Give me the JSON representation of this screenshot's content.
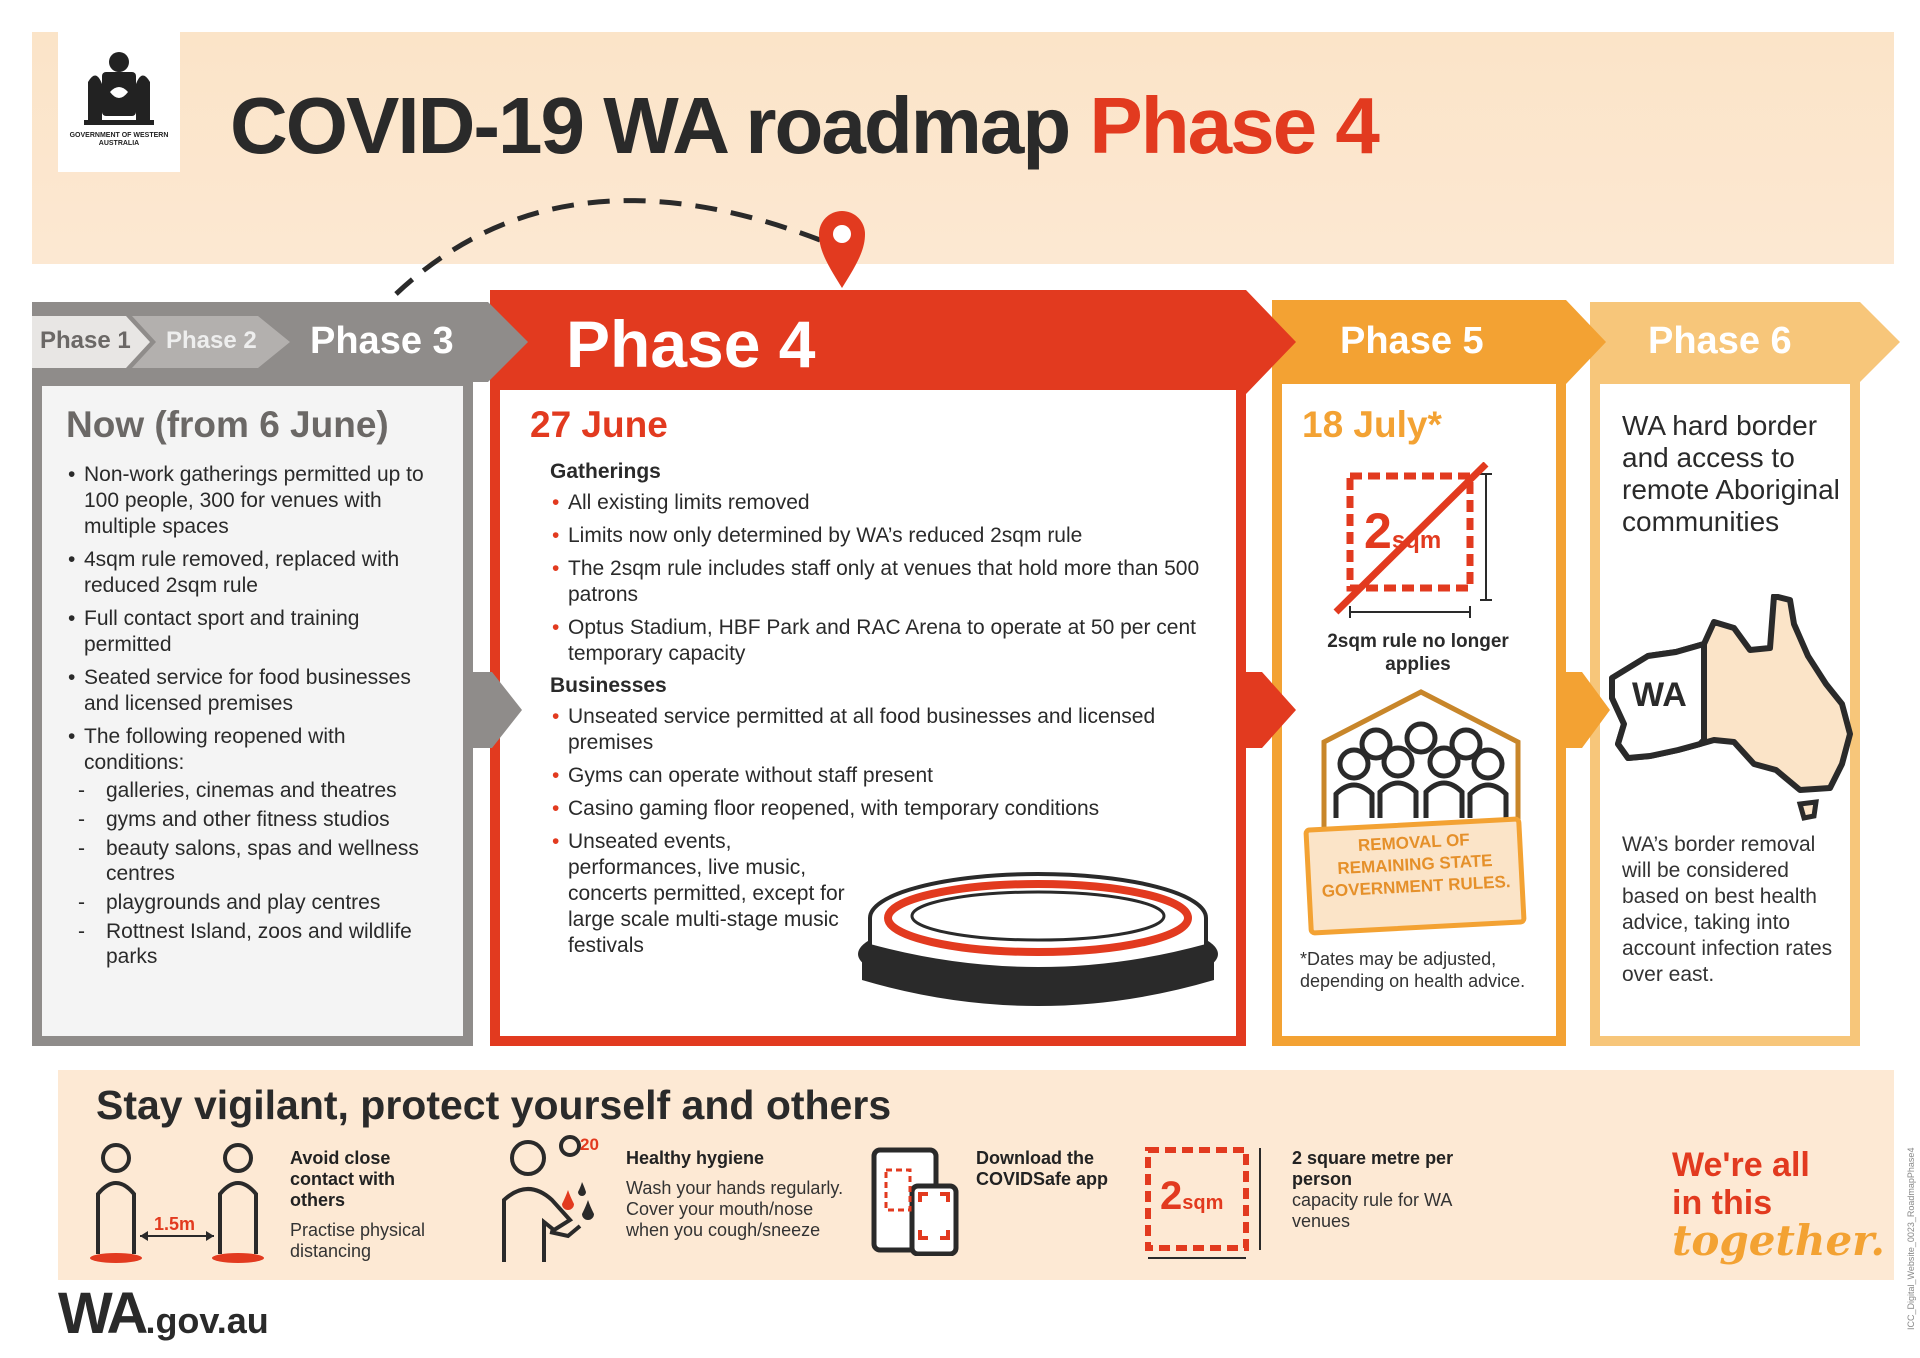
{
  "header": {
    "crest_label": "GOVERNMENT OF WESTERN AUSTRALIA",
    "title_main": "COVID-19 WA roadmap",
    "title_accent": "Phase 4"
  },
  "arrows": {
    "phase1": "Phase 1",
    "phase2": "Phase 2",
    "phase3": "Phase 3",
    "phase4": "Phase 4",
    "phase5": "Phase 5",
    "phase6": "Phase 6"
  },
  "phase3": {
    "heading": "Now (from 6 June)",
    "items": [
      "Non-work gatherings permitted up to 100 people, 300 for venues with multiple spaces",
      "4sqm rule removed, replaced with reduced 2sqm rule",
      "Full contact sport and training permitted",
      "Seated service for food businesses and licensed premises",
      "The following reopened with conditions:"
    ],
    "sub_items": [
      "galleries, cinemas and theatres",
      "gyms and other fitness studios",
      "beauty salons, spas and wellness centres",
      "playgrounds and play centres",
      "Rottnest Island, zoos and wildlife parks"
    ]
  },
  "phase4": {
    "date": "27 June",
    "gatherings_heading": "Gatherings",
    "gatherings": [
      "All existing limits removed",
      "Limits now only determined by WA’s reduced 2sqm rule",
      "The 2sqm rule includes staff only at venues that hold more than 500 patrons",
      "Optus Stadium, HBF Park and RAC Arena to operate at 50 per cent temporary capacity"
    ],
    "businesses_heading": "Businesses",
    "businesses": [
      "Unseated service permitted at all food businesses and licensed premises",
      "Gyms can operate without staff present",
      "Casino gaming floor reopened, with temporary conditions",
      "Unseated events, performances, live music, concerts permitted, except for large scale multi-stage music festivals"
    ]
  },
  "phase5": {
    "date": "18 July*",
    "sqm_big": "2",
    "sqm_small": "sqm",
    "sqm_caption": "2sqm rule no longer applies",
    "stamp_text": "REMOVAL OF REMAINING STATE GOVERNMENT RULES.",
    "footnote": "*Dates may be adjusted, depending on health advice."
  },
  "phase6": {
    "heading": "WA hard border and access to remote Aboriginal communities",
    "map_label": "WA",
    "body": "WA’s border removal will be considered based on best health advice, taking into account infection rates over east."
  },
  "footer": {
    "title": "Stay vigilant, protect yourself and others",
    "distance_label": "1.5m",
    "item1_title": "Avoid close contact with others",
    "item1_text": "Practise physical distancing",
    "timer_label": "20",
    "item2_title": "Healthy hygiene",
    "item2_text": "Wash your hands regularly. Cover your mouth/nose when you cough/sneeze",
    "item3_title": "Download the COVIDSafe app",
    "sqm_big": "2",
    "sqm_small": "sqm",
    "item4_title": "2 square metre per person",
    "item4_text": "capacity rule for WA venues",
    "slogan_line1": "We're all",
    "slogan_line2": "in this",
    "slogan_line3": "together.",
    "site_big": "WA",
    "site_small": ".gov.au",
    "side_code": "ICC_Digital_Website_0023_RoadmapPhase4"
  },
  "colors": {
    "red": "#e23a1f",
    "orange": "#f3a233",
    "light_orange": "#f6c070",
    "grey": "#8f8c8a",
    "peach": "#fbe4c8"
  }
}
